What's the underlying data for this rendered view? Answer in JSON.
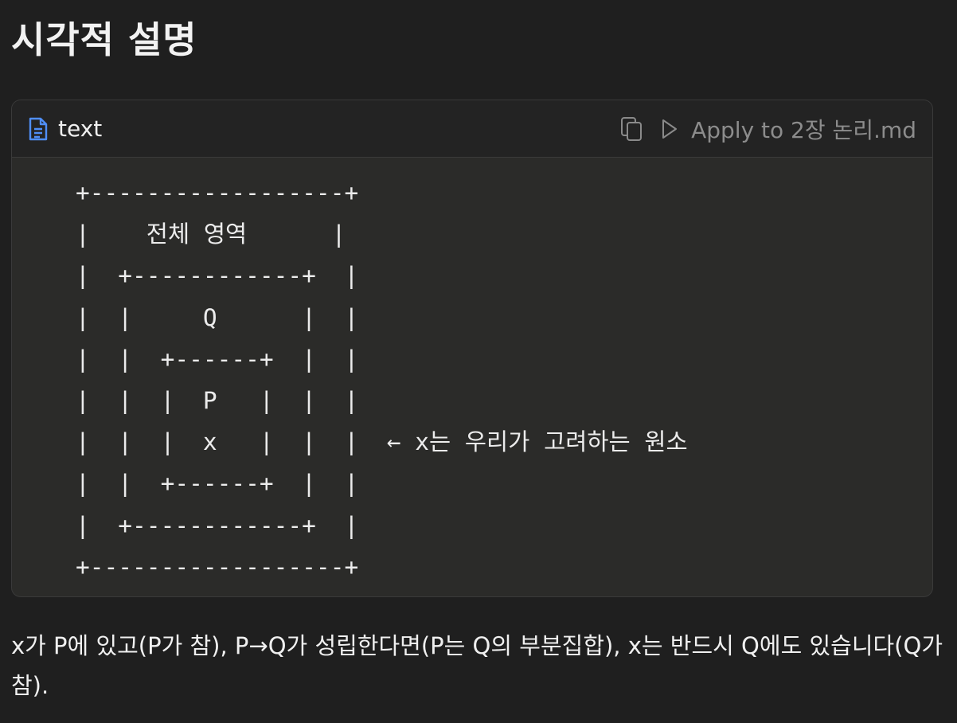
{
  "heading": "시각적 설명",
  "code_block": {
    "language": "text",
    "file_icon": "document-icon",
    "copy_icon": "copy-icon",
    "apply_icon": "play-icon",
    "apply_label": "Apply to 2장 논리.md",
    "content": "+------------------+\n|    전체 영역      |\n|  +------------+  |\n|  |     Q      |  |\n|  |  +------+  |  |\n|  |  |  P   |  |  |\n|  |  |  x   |  |  |  ← x는 우리가 고려하는 원소\n|  |  +------+  |  |\n|  +------------+  |\n+------------------+"
  },
  "paragraph": "x가 P에 있고(P가 참), P→Q가 성립한다면(P는 Q의 부분집합), x는 반드시 Q에도 있습니다(Q가 참).",
  "colors": {
    "background": "#1f1f1f",
    "code_background": "#2b2b29",
    "header_background": "#232323",
    "file_icon": "#4f8ef7",
    "muted": "#8c8c8c"
  }
}
